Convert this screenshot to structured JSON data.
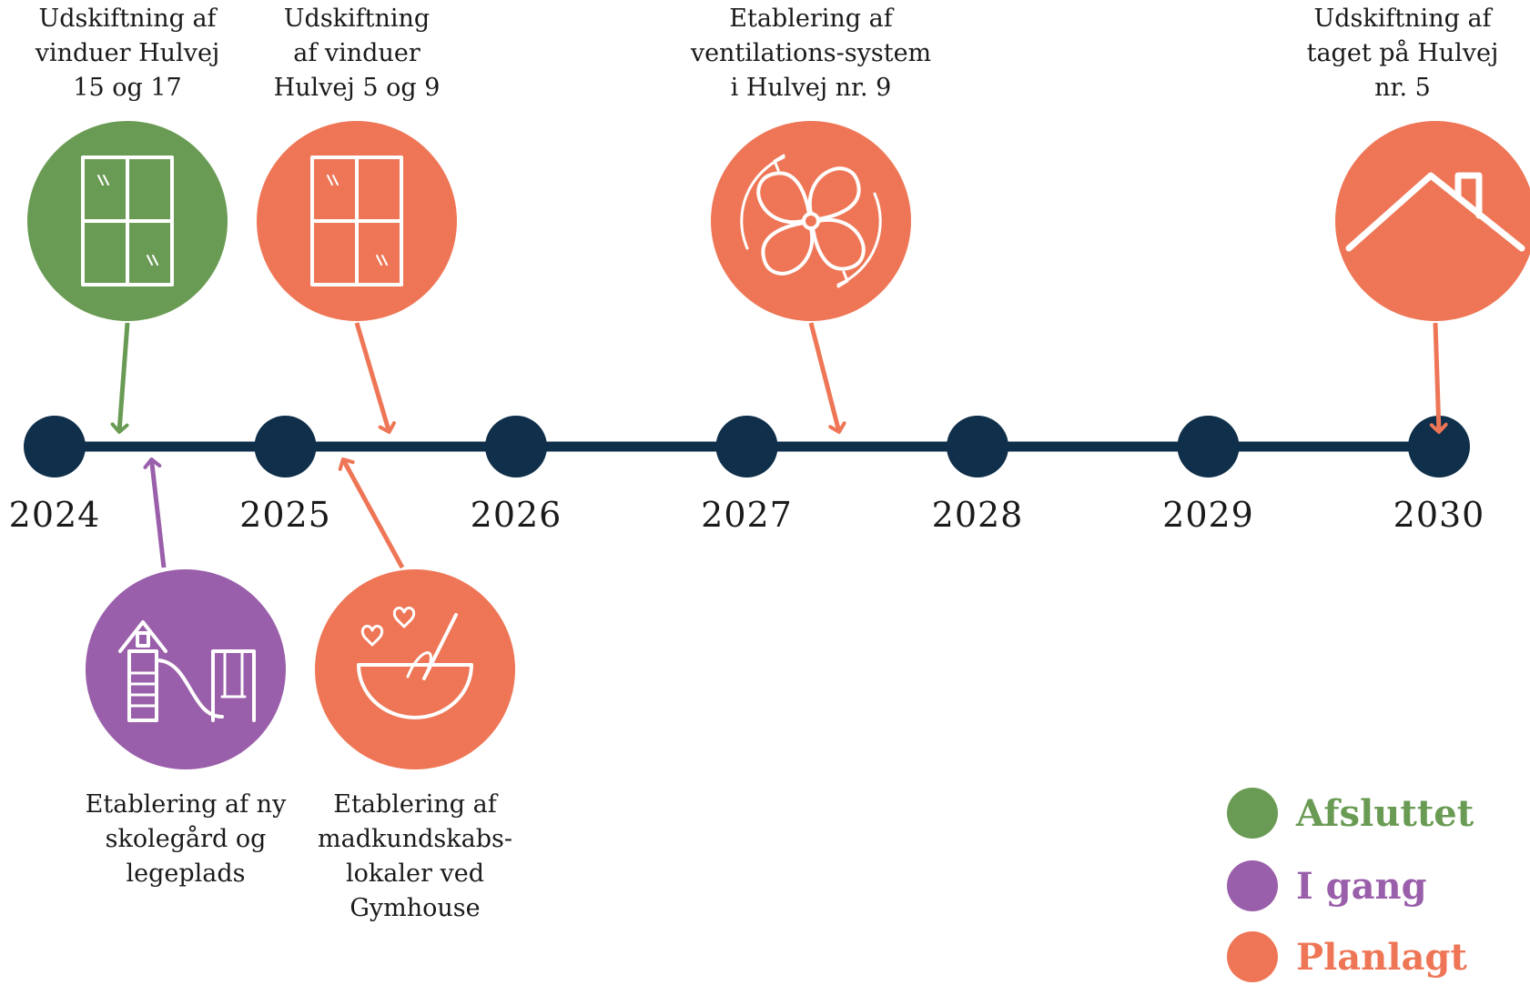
{
  "colors": {
    "afsluttet": "#6a9b54",
    "i_gang": "#9a5faa",
    "planlagt": "#ee7656",
    "timeline": "#0f2f4a"
  },
  "years": [
    "2024",
    "2025",
    "2026",
    "2027",
    "2028",
    "2029",
    "2030"
  ],
  "milestones": [
    {
      "id": "vinduer-hulvej-15-17",
      "lines": [
        "Udskiftning af",
        "vinduer Hulvej",
        "15 og 17"
      ],
      "status": "afsluttet",
      "icon": "window-icon",
      "position": "above",
      "year_value": 2024.28
    },
    {
      "id": "vinduer-hulvej-5-9",
      "lines": [
        "Udskiftning",
        "af vinduer",
        "Hulvej 5 og 9"
      ],
      "status": "planlagt",
      "icon": "window-icon",
      "position": "above",
      "year_value": 2025.45
    },
    {
      "id": "ventilation-hulvej-9",
      "lines": [
        "Etablering af",
        "ventilations-system",
        "i Hulvej nr. 9"
      ],
      "status": "planlagt",
      "icon": "fan-icon",
      "position": "above",
      "year_value": 2027.4
    },
    {
      "id": "tag-hulvej-5",
      "lines": [
        "Udskiftning af",
        "taget på Hulvej",
        "nr. 5"
      ],
      "status": "planlagt",
      "icon": "roof-icon",
      "position": "above",
      "year_value": 2030.0
    },
    {
      "id": "skolegaard-legeplads",
      "lines": [
        "Etablering af ny",
        "skolegård og",
        "legeplads"
      ],
      "status": "i_gang",
      "icon": "playground-icon",
      "position": "below",
      "year_value": 2024.42
    },
    {
      "id": "madkundskab-gymhouse",
      "lines": [
        "Etablering af",
        "madkundskabs-",
        "lokaler ved",
        "Gymhouse"
      ],
      "status": "planlagt",
      "icon": "baking-bowl-icon",
      "position": "below",
      "year_value": 2025.25
    }
  ],
  "legend": [
    {
      "key": "afsluttet",
      "label": "Afsluttet"
    },
    {
      "key": "i_gang",
      "label": "I gang"
    },
    {
      "key": "planlagt",
      "label": "Planlagt"
    }
  ]
}
